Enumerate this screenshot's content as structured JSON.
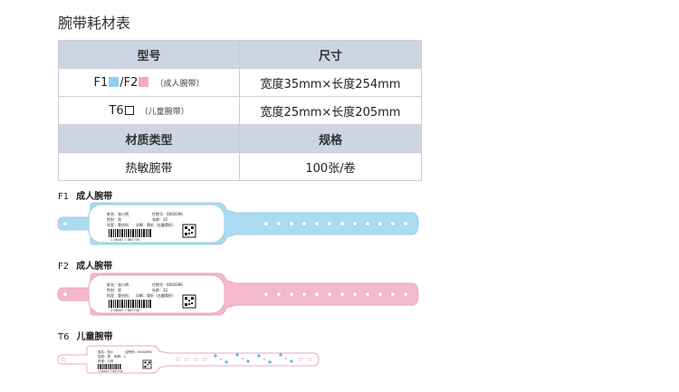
{
  "title": "腕带耗材表",
  "table": {
    "header1": [
      "型号",
      "尺寸"
    ],
    "row1": {
      "model_a": "F1",
      "model_b": "/F2",
      "model_note": "（成人腕带）",
      "size": "宽度35mm×长度254mm"
    },
    "row2": {
      "model": "T6",
      "model_note": "（儿童腕带）",
      "size": "宽度25mm×长度205mm"
    },
    "header2": [
      "材质类型",
      "规格"
    ],
    "row3": {
      "material": "热敏腕带",
      "spec": "100张/卷"
    }
  },
  "bands": [
    {
      "code": "F1",
      "name": "成人腕带",
      "color": "#a9dbf3",
      "fields": [
        "姓名：张小明",
        "住院号：0002096",
        "性别：男",
        "年龄：32",
        "科室：骨伤科",
        "诊断：骨折（右腿骨折）"
      ],
      "barcode_number": "1 06447 7  867730"
    },
    {
      "code": "F2",
      "name": "成人腕带",
      "color": "#f5b9cf",
      "fields": [
        "姓名：张小明",
        "住院号：0002096",
        "性别：男",
        "年龄：32",
        "科室：骨伤科",
        "诊断：骨折（右腿骨折）"
      ],
      "barcode_number": "1 06447 7  867730"
    },
    {
      "code": "T6",
      "name": "儿童腕带",
      "color": "#ffffff",
      "fields": [
        "姓名：张小",
        "住院号：0002096",
        "性别：男",
        "年龄：3",
        "科室：儿科"
      ],
      "barcode_number": "1 06447 7  867730"
    }
  ]
}
